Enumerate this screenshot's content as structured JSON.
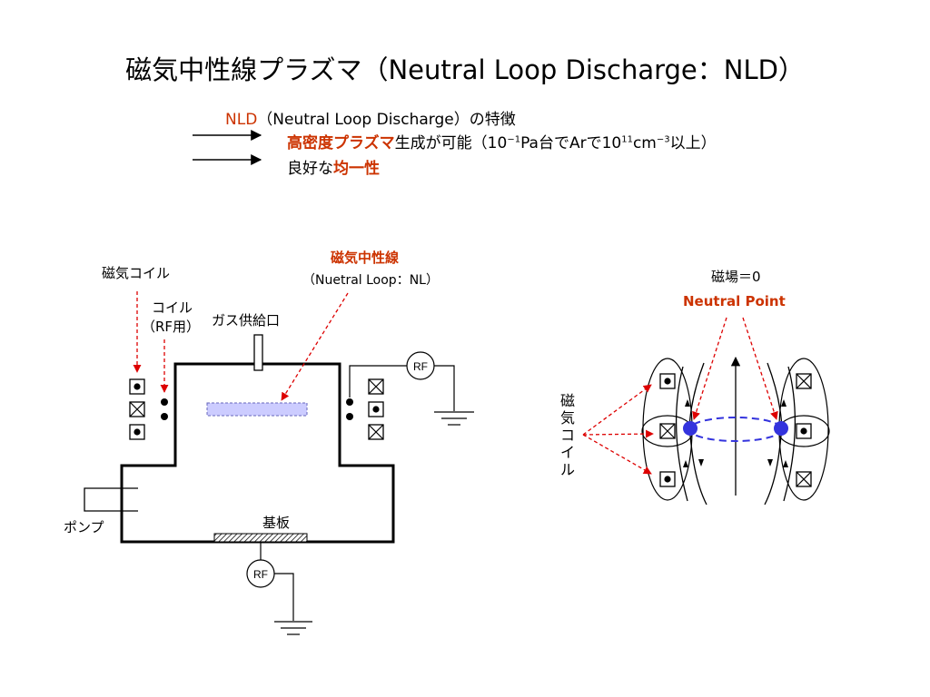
{
  "title": "磁気中性線プラズマ（Neutral Loop Discharge：NLD）",
  "intro": {
    "nld": "NLD",
    "rest": "（Neutral Loop Discharge）の特徴"
  },
  "bullet1": {
    "red": "高密度プラズマ",
    "a": "生成が可能（10",
    "sup1": "−1",
    "b": "Pa台でArで10",
    "sup2": "11",
    "c": "cm",
    "sup3": "−3",
    "d": "以上）"
  },
  "bullet2": {
    "a": "良好な",
    "red": "均一性"
  },
  "left_diagram": {
    "magnetic_coil_label": "磁気コイル",
    "rf_coil_label_1": "コイル",
    "rf_coil_label_2": "（RF用）",
    "gas_inlet_label": "ガス供給口",
    "neutral_line_label": "磁気中性線",
    "neutral_line_sub": "（Nuetral Loop：NL）",
    "pump_label": "ポンプ",
    "substrate_label": "基板",
    "rf_top": "RF",
    "rf_bottom": "RF"
  },
  "right_diagram": {
    "field_zero_label": "磁場＝0",
    "neutral_point_label": "Neutral Point",
    "coil_label_vertical": "磁気コイル"
  },
  "colors": {
    "accent_red": "#cc3300",
    "plasma_fill": "#ccccff",
    "neutral_point": "#3333dd"
  }
}
